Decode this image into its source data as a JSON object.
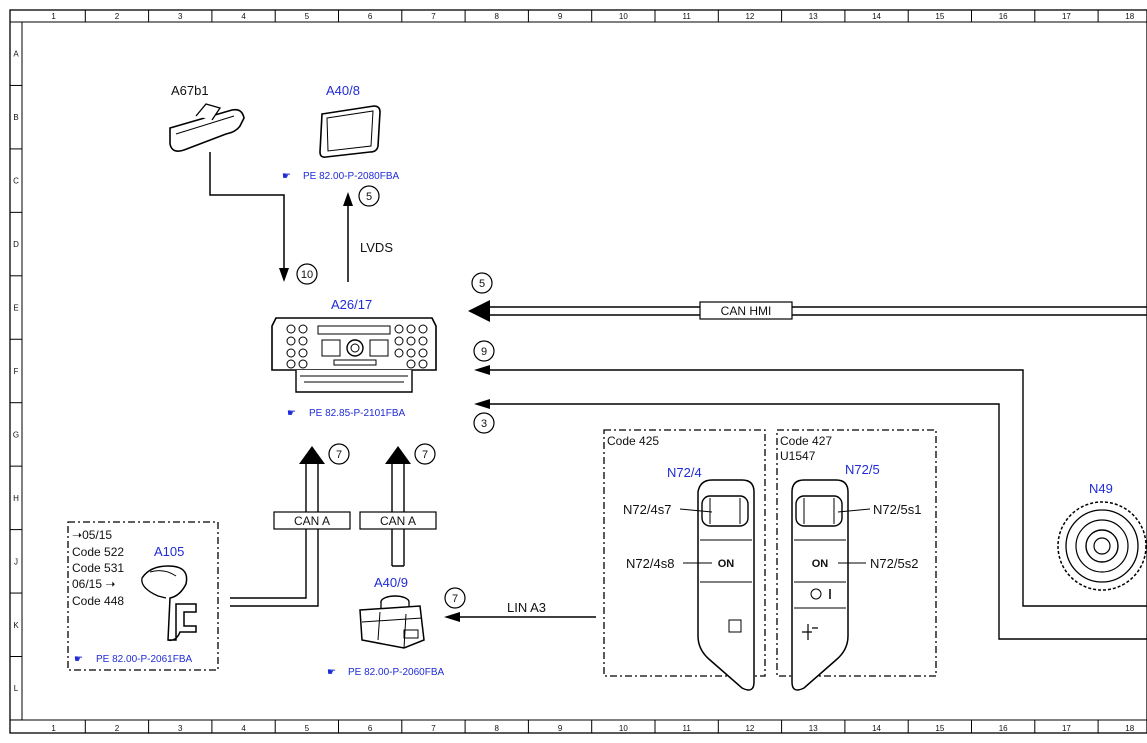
{
  "grid": {
    "cols": [
      "1",
      "2",
      "3",
      "4",
      "5",
      "6",
      "7",
      "8",
      "9",
      "10",
      "11",
      "12",
      "13",
      "14",
      "15",
      "16",
      "17",
      "18"
    ],
    "rows": [
      "A",
      "B",
      "C",
      "D",
      "E",
      "F",
      "G",
      "H",
      "J",
      "K",
      "L"
    ]
  },
  "colors": {
    "component_label": "#1f2bd6",
    "line": "#000000"
  },
  "components": {
    "a67b1": {
      "label": "A67b1"
    },
    "a40_8": {
      "label": "A40/8",
      "ref": "PE 82.00-P-2080FBA"
    },
    "a26_17": {
      "label": "A26/17",
      "ref": "PE 82.85-P-2101FBA"
    },
    "a105": {
      "label": "A105",
      "ref": "PE 82.00-P-2061FBA",
      "notes": [
        "05/15",
        "Code 522",
        "Code 531",
        "06/15",
        "Code 448"
      ]
    },
    "a40_9": {
      "label": "A40/9",
      "ref": "PE 82.00-P-2060FBA"
    },
    "n72_4": {
      "label": "N72/4",
      "code": "Code 425",
      "s7": "N72/4s7",
      "s8": "N72/4s8",
      "on": "ON"
    },
    "n72_5": {
      "label": "N72/5",
      "code": "Code 427",
      "code2": "U1547",
      "s1": "N72/5s1",
      "s2": "N72/5s2",
      "on": "ON"
    },
    "n49": {
      "label": "N49"
    }
  },
  "connections": {
    "lvds": "LVDS",
    "can_hmi": "CAN HMI",
    "can_a1": "CAN A",
    "can_a2": "CAN A",
    "lin_a3": "LIN A3"
  },
  "markers": {
    "m10": "10",
    "m5a": "5",
    "m5b": "5",
    "m9": "9",
    "m3": "3",
    "m7a": "7",
    "m7b": "7",
    "m7c": "7"
  }
}
